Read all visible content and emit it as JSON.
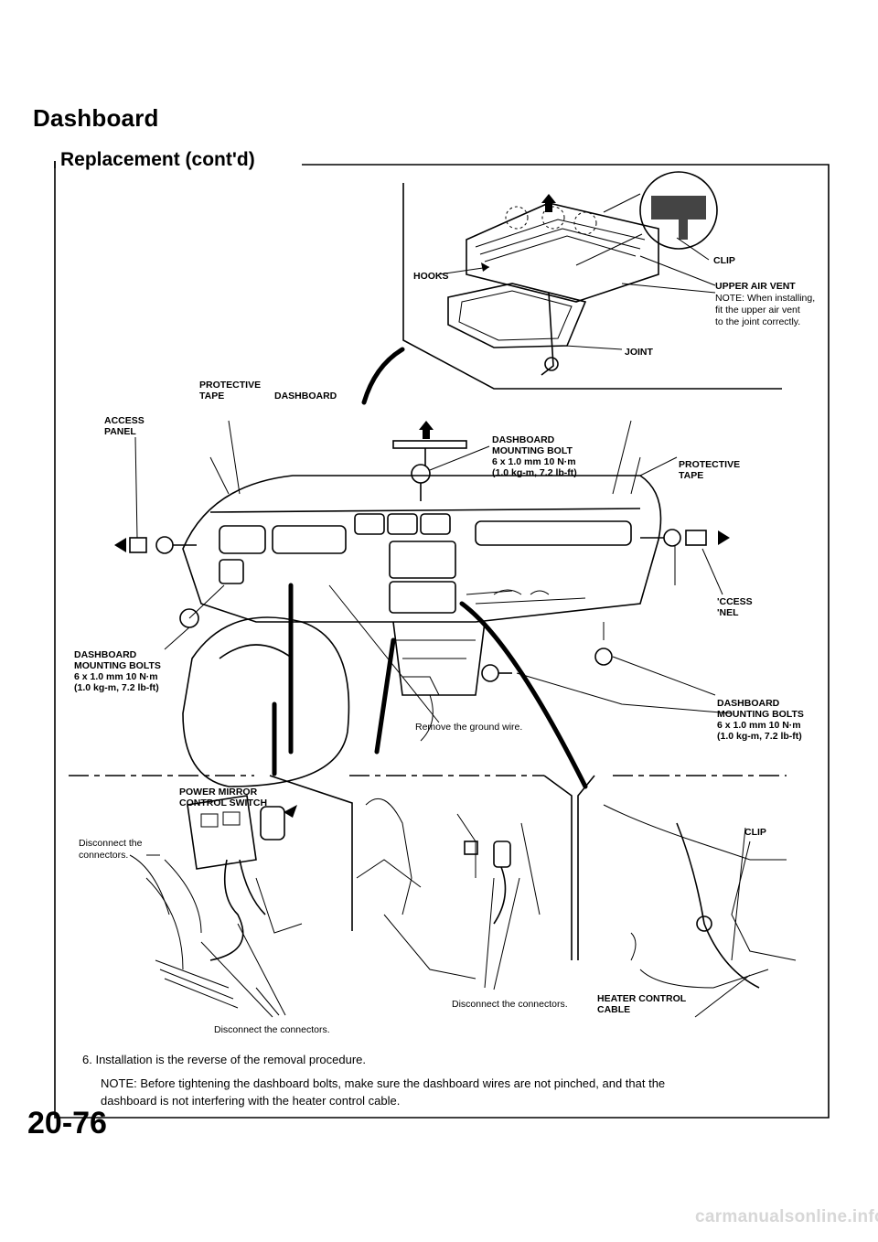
{
  "header": {
    "title": "Dashboard",
    "subtitle": "Replacement (cont'd)"
  },
  "callouts": {
    "hooks": "HOOKS",
    "clip_top": "CLIP",
    "upper_air_vent": "UPPER AIR VENT",
    "upper_air_vent_note": [
      "NOTE: When installing,",
      "fit the upper air vent",
      "to the joint correctly."
    ],
    "joint": "JOINT",
    "protective_tape_left": [
      "PROTECTIVE",
      "TAPE"
    ],
    "dashboard": "DASHBOARD",
    "access_panel_left": [
      "ACCESS",
      "PANEL"
    ],
    "mounting_bolt_top": [
      "DASHBOARD",
      "MOUNTING BOLT",
      "6 x 1.0 mm 10 N·m",
      "(1.0 kg-m, 7.2 lb-ft)"
    ],
    "protective_tape_right": [
      "PROTECTIVE",
      "TAPE"
    ],
    "access_panel_right": [
      "'CCESS",
      "'NEL"
    ],
    "mounting_bolts_left": [
      "DASHBOARD",
      "MOUNTING BOLTS",
      "6 x 1.0 mm 10 N·m",
      "(1.0 kg-m, 7.2 lb-ft)"
    ],
    "mounting_bolts_right": [
      "DASHBOARD",
      "MOUNTING BOLTS",
      "6 x 1.0 mm 10 N·m",
      "(1.0 kg-m, 7.2 lb-ft)"
    ],
    "ground_wire": "Remove the ground wire.",
    "power_mirror_switch": [
      "POWER MIRROR",
      "CONTROL SWITCH"
    ],
    "disconnect_left": [
      "Disconnect the",
      "connectors."
    ],
    "disconnect_bottom_left": "Disconnect the connectors.",
    "disconnect_middle": "Disconnect the connectors.",
    "clip_bottom": "CLIP",
    "heater_cable": [
      "HEATER CONTROL",
      "CABLE"
    ]
  },
  "steps": {
    "step6": "6.   Installation is the reverse of the removal procedure.",
    "note_line1": "NOTE: Before tightening the dashboard bolts, make sure the dashboard wires are not pinched, and that the",
    "note_line2": "dashboard is not interfering with the heater control cable."
  },
  "page_number": "20-76",
  "footer_watermark": "carmanualsonline.info"
}
